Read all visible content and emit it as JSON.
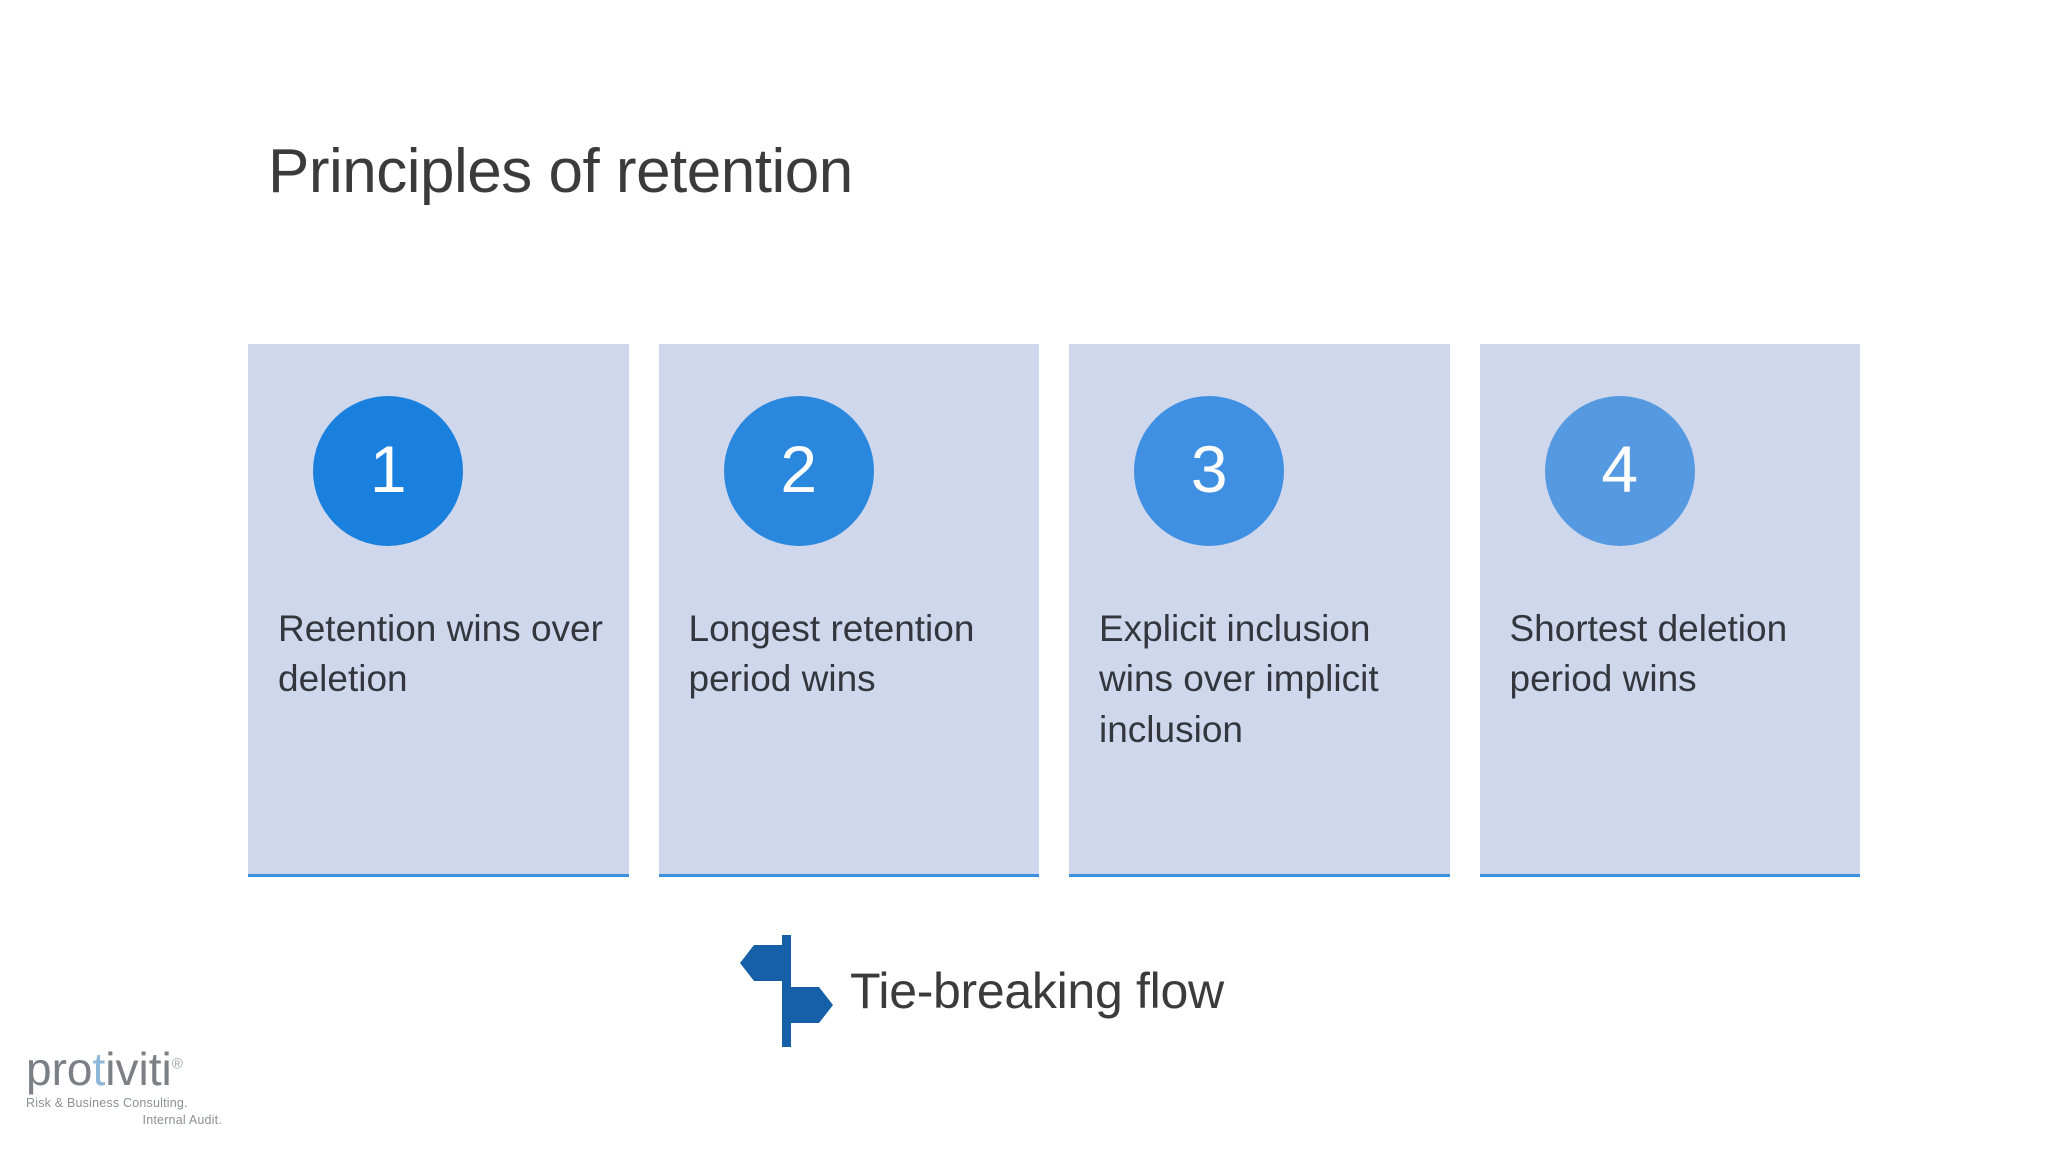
{
  "slide": {
    "title": "Principles of retention",
    "background_color": "#ffffff",
    "title_color": "#3b3b3b"
  },
  "cards": [
    {
      "number": "1",
      "text": "Retention wins over deletion",
      "circle_color": "#1a80dd",
      "card_color": "#ced7ec",
      "accent_color": "#3d90df"
    },
    {
      "number": "2",
      "text": "Longest retention period wins",
      "circle_color": "#2a87de",
      "card_color": "#ced7ec",
      "accent_color": "#3d90df"
    },
    {
      "number": "3",
      "text": "Explicit inclusion wins over implicit inclusion",
      "circle_color": "#3f90e2",
      "card_color": "#ced7ec",
      "accent_color": "#3d90df"
    },
    {
      "number": "4",
      "text": "Shortest deletion period wins",
      "circle_color": "#5599e0",
      "card_color": "#ced7ec",
      "accent_color": "#3d90df"
    }
  ],
  "footer": {
    "icon_name": "signpost-icon",
    "icon_color": "#1560a8",
    "label": "Tie-breaking flow"
  },
  "logo": {
    "wordmark_pre": "pro",
    "wordmark_t": "t",
    "wordmark_post": "iviti",
    "registered": "®",
    "tagline_line1": "Risk & Business Consulting.",
    "tagline_line2": "Internal Audit.",
    "color": "#7b7f86"
  }
}
